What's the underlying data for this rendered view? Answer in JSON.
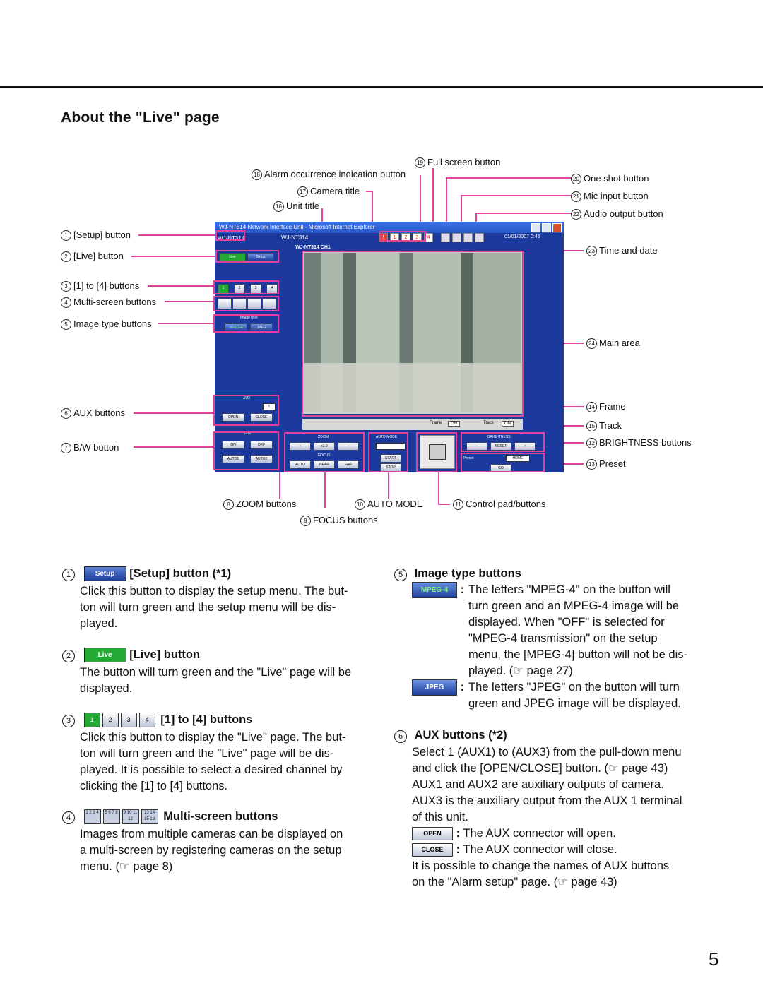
{
  "page": {
    "title": "About the \"Live\" page",
    "page_number": "5"
  },
  "callouts": {
    "c1": {
      "num": "1",
      "label": "[Setup] button"
    },
    "c2": {
      "num": "2",
      "label": "[Live] button"
    },
    "c3": {
      "num": "3",
      "label": "[1] to [4] buttons"
    },
    "c4": {
      "num": "4",
      "label": "Multi-screen buttons"
    },
    "c5": {
      "num": "5",
      "label": "Image type buttons"
    },
    "c6": {
      "num": "6",
      "label": "AUX buttons"
    },
    "c7": {
      "num": "7",
      "label": "B/W button"
    },
    "c8": {
      "num": "8",
      "label": "ZOOM buttons"
    },
    "c9": {
      "num": "9",
      "label": "FOCUS buttons"
    },
    "c10": {
      "num": "10",
      "label": "AUTO MODE"
    },
    "c11": {
      "num": "11",
      "label": "Control pad/buttons"
    },
    "c12": {
      "num": "12",
      "label": "BRIGHTNESS buttons"
    },
    "c13": {
      "num": "13",
      "label": "Preset"
    },
    "c14": {
      "num": "14",
      "label": "Frame"
    },
    "c15": {
      "num": "15",
      "label": "Track"
    },
    "c16": {
      "num": "16",
      "label": "Unit title"
    },
    "c17": {
      "num": "17",
      "label": "Camera title"
    },
    "c18": {
      "num": "18",
      "label": "Alarm occurrence indication button"
    },
    "c19": {
      "num": "19",
      "label": "Full screen button"
    },
    "c20": {
      "num": "20",
      "label": "One shot button"
    },
    "c21": {
      "num": "21",
      "label": "Mic input button"
    },
    "c22": {
      "num": "22",
      "label": "Audio output button"
    },
    "c23": {
      "num": "23",
      "label": "Time and date"
    },
    "c24": {
      "num": "24",
      "label": "Main area"
    }
  },
  "screenshot": {
    "window_title": "WJ-NT314 Network Interface Unit - Microsoft Internet Explorer",
    "unit_title": "WJ-NT314",
    "left_unit": "WJ-NT314",
    "camera_title": "WJ-NT314 CH1",
    "datetime": "01/01/2007  0:46",
    "live": "Live",
    "setup": "Setup",
    "image_type": "Image type",
    "mpeg4": "MPEG-4",
    "jpeg": "JPEG",
    "aux": "AUX",
    "aux_sel": "1",
    "open": "OPEN",
    "close": "CLOSE",
    "bw": "B/W",
    "on": "ON",
    "off": "OFF",
    "auto1": "AUTO1",
    "auto2": "AUTO2",
    "zoom": "ZOOM",
    "x10": "x1.0",
    "focus": "FOCUS",
    "auto": "AUTO",
    "near": "NEAR",
    "far": "FAR",
    "auto_mode": "AUTO MODE",
    "start": "START",
    "stop": "STOP",
    "brightness": "BRIGHTNESS",
    "minus": "-",
    "reset": "RESET",
    "plus": "+",
    "preset": "Preset",
    "home": "HOME",
    "go": "GO",
    "frame": "Frame",
    "frame_val": "ON",
    "track": "Track",
    "track_val": "ON",
    "num_buttons": [
      "1",
      "2",
      "3",
      "4"
    ],
    "alarm_nums": [
      "1",
      "2",
      "3",
      "4"
    ]
  },
  "sections": {
    "s1": {
      "num": "1",
      "btn": "Setup",
      "heading": "[Setup] button (*1)",
      "lines": [
        "Click this button to display the setup menu. The but-",
        "ton will turn green and the setup menu will be dis-",
        "played."
      ]
    },
    "s2": {
      "num": "2",
      "btn": "Live",
      "heading": "[Live] button",
      "lines": [
        "The button will turn green and the \"Live\" page will be",
        "displayed."
      ]
    },
    "s3": {
      "num": "3",
      "btns": [
        "1",
        "2",
        "3",
        "4"
      ],
      "heading": "[1] to [4] buttons",
      "lines": [
        "Click this button to display the \"Live\" page. The but-",
        "ton will turn green and the \"Live\" page will be dis-",
        "played. It is possible to select a desired channel by",
        "clicking the [1] to [4] buttons."
      ]
    },
    "s4": {
      "num": "4",
      "heading": "Multi-screen buttons",
      "btns": [
        "1 2 3 4",
        "5 6 7 8",
        "9 10 11 12",
        "13 14 15 16"
      ],
      "lines": [
        "Images from multiple cameras can be displayed on",
        "a multi-screen by registering cameras on the setup",
        "menu. (☞ page 8)"
      ]
    },
    "s5": {
      "num": "5",
      "heading": "Image type buttons",
      "mpeg_btn": "MPEG-4",
      "jpeg_btn": "JPEG",
      "mpeg_lines": [
        "The letters \"MPEG-4\" on the button will",
        "turn green and an MPEG-4 image will be",
        "displayed. When \"OFF\" is selected for",
        "\"MPEG-4 transmission\" on the setup",
        "menu, the [MPEG-4] button will not be dis-",
        "played. (☞ page 27)"
      ],
      "jpeg_lines": [
        "The letters \"JPEG\" on the button will turn",
        "green and JPEG image will be displayed."
      ]
    },
    "s6": {
      "num": "6",
      "heading": "AUX buttons (*2)",
      "lines": [
        "Select 1 (AUX1) to (AUX3) from the pull-down menu",
        "and click the [OPEN/CLOSE] button. (☞ page 43)",
        "AUX1 and AUX2 are auxiliary outputs of camera.",
        "AUX3 is the auxiliary output from the AUX 1 terminal",
        "of this unit."
      ],
      "open_btn": "OPEN",
      "open_text": "The AUX connector will open.",
      "close_btn": "CLOSE",
      "close_text": "The AUX connector will close.",
      "tail": [
        "It is possible to change the names of AUX buttons",
        "on the \"Alarm setup\" page. (☞ page 43)"
      ]
    }
  },
  "colors": {
    "callout_line": "#e0439a",
    "accent_green": "#23a934",
    "ui_blue": "#2a49b3"
  }
}
